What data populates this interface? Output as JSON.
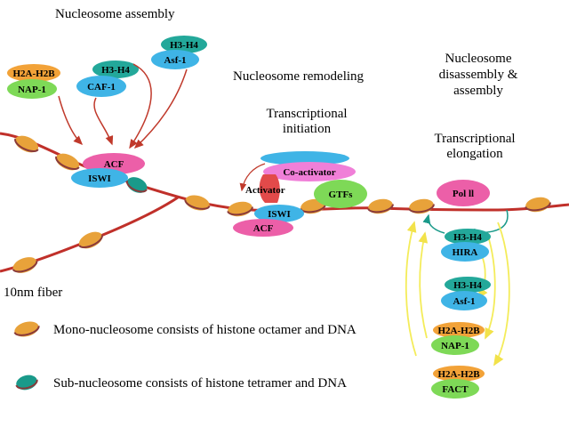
{
  "headings": {
    "nucleosome_assembly": "Nucleosome assembly",
    "nucleosome_remodeling": "Nucleosome remodeling",
    "disassembly_l1": "Nucleosome",
    "disassembly_l2": "disassembly &",
    "disassembly_l3": "assembly",
    "initiation_l1": "Transcriptional",
    "initiation_l2": "initiation",
    "elongation_l1": "Transcriptional",
    "elongation_l2": "elongation",
    "fiber": "10nm fiber"
  },
  "labels": {
    "h2a_h2b": "H2A-H2B",
    "nap1": "NAP-1",
    "h3_h4": "H3-H4",
    "caf1": "CAF-1",
    "asf1": "Asf-1",
    "acf": "ACF",
    "iswi": "ISWI",
    "coactivator": "Co-activator",
    "activator": "Activator",
    "gtfs": "GTFs",
    "pol2": "Pol ll",
    "hira": "HIRA",
    "fact": "FACT"
  },
  "legend": {
    "mono": "Mono-nucleosome consists of histone octamer and DNA",
    "sub": "Sub-nucleosome consists of histone tetramer and DNA"
  },
  "colors": {
    "dna": "#c0302a",
    "nucleosome": "#e8a23a",
    "sub_nucleosome": "#1a9a8a",
    "pink": "#ec5fa8",
    "blue": "#3fb4e6",
    "teal": "#23a89a",
    "orange": "#f2a238",
    "green": "#7ed957",
    "arrow_red": "#c0392b",
    "arrow_yellow": "#f4ec5a"
  }
}
